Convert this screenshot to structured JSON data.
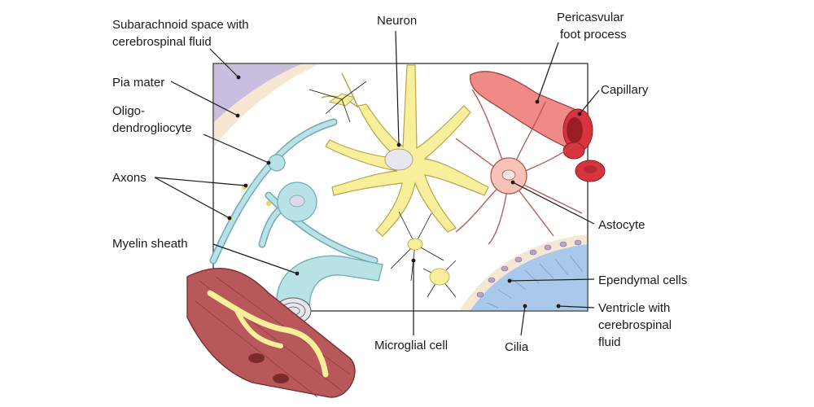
{
  "labels": {
    "subarachnoid_1": "Subarachnoid space with",
    "subarachnoid_2": "cerebrospinal fluid",
    "pia_mater": "Pia mater",
    "oligo_1": "Oligo-",
    "oligo_2": "dendrogliocyte",
    "axons": "Axons",
    "myelin_sheath": "Myelin sheath",
    "neuron": "Neuron",
    "pericasvular_1": "Pericasvular",
    "pericasvular_2": "foot process",
    "capillary": "Capillary",
    "astocyte": "Astocyte",
    "ependymal_cells": "Ependymal cells",
    "ventricle_1": "Ventricle with",
    "ventricle_2": "cerebrospinal",
    "ventricle_3": "fluid",
    "microglial_cell": "Microglial cell",
    "cilia": "Cilia"
  },
  "colors": {
    "subarachnoid": "#c9bde0",
    "pia": "#f6e7d3",
    "neuron": "#f7ef9a",
    "oligo": "#b9e2e6",
    "astrocyte": "#f7c2b8",
    "capillary": "#ef8a86",
    "blood_cell": "#d8343f",
    "muscle": "#b9585a",
    "ependymal": "#f6e7d3",
    "cilia": "#aac8ea"
  }
}
